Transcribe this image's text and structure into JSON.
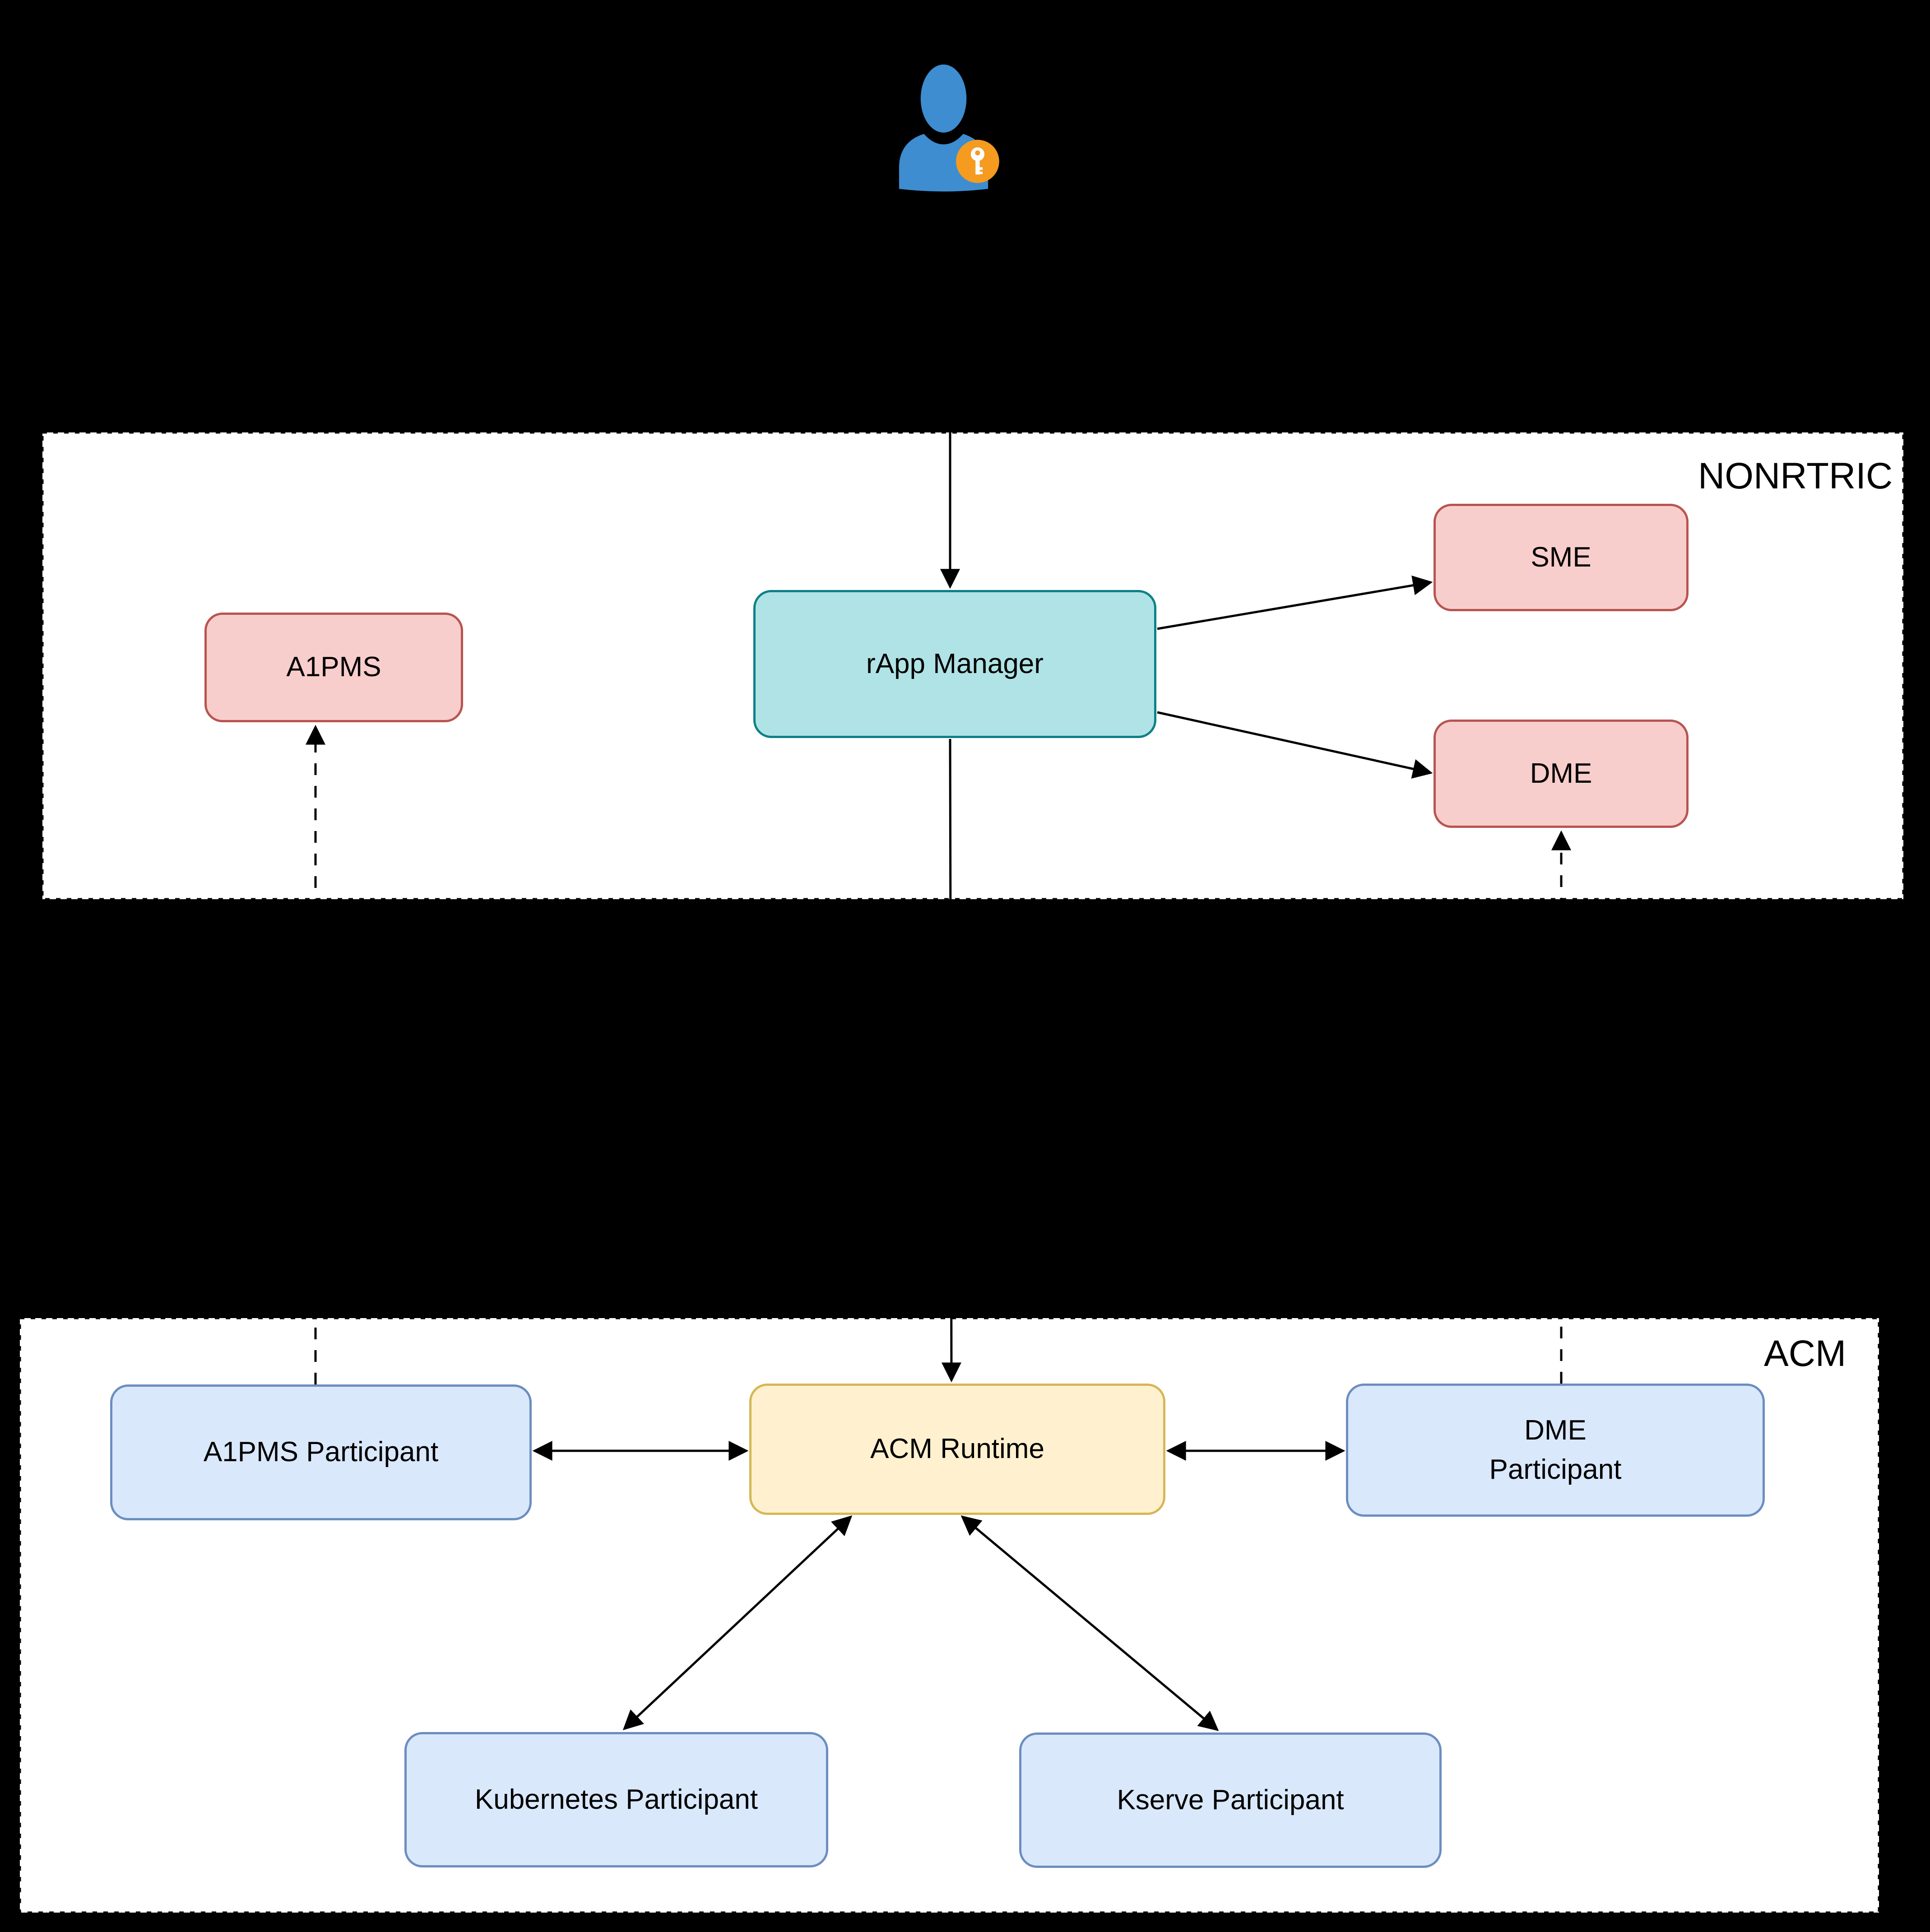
{
  "containers": {
    "nonrtric": {
      "label": "NONRTRIC"
    },
    "acm": {
      "label": "ACM"
    }
  },
  "nodes": {
    "a1pms": {
      "label": "A1PMS"
    },
    "rapp_manager": {
      "label": "rApp Manager"
    },
    "sme": {
      "label": "SME"
    },
    "dme": {
      "label": "DME"
    },
    "a1pms_participant": {
      "label": "A1PMS Participant"
    },
    "acm_runtime": {
      "label": "ACM Runtime"
    },
    "dme_participant": {
      "label_line1": "DME",
      "label_line2": "Participant"
    },
    "kubernetes_participant": {
      "label": "Kubernetes Participant"
    },
    "kserve_participant": {
      "label": "Kserve Participant"
    }
  },
  "icons": {
    "user_key": "user-with-key-icon"
  },
  "colors": {
    "background": "#000000",
    "container_fill": "#ffffff",
    "container_border": "#000000",
    "connector": "#000000",
    "pink_fill": "#f8cecc",
    "pink_border": "#b85450",
    "teal_fill": "#b0e3e6",
    "teal_border": "#0e8088",
    "yellow_fill": "#fff1cf",
    "yellow_border": "#d6b656",
    "blue_fill": "#dae8fc",
    "blue_border": "#6c8ebf",
    "user_icon_blue": "#3d8dd0",
    "user_icon_badge_orange": "#f59b20",
    "user_icon_key": "#ffffff"
  }
}
